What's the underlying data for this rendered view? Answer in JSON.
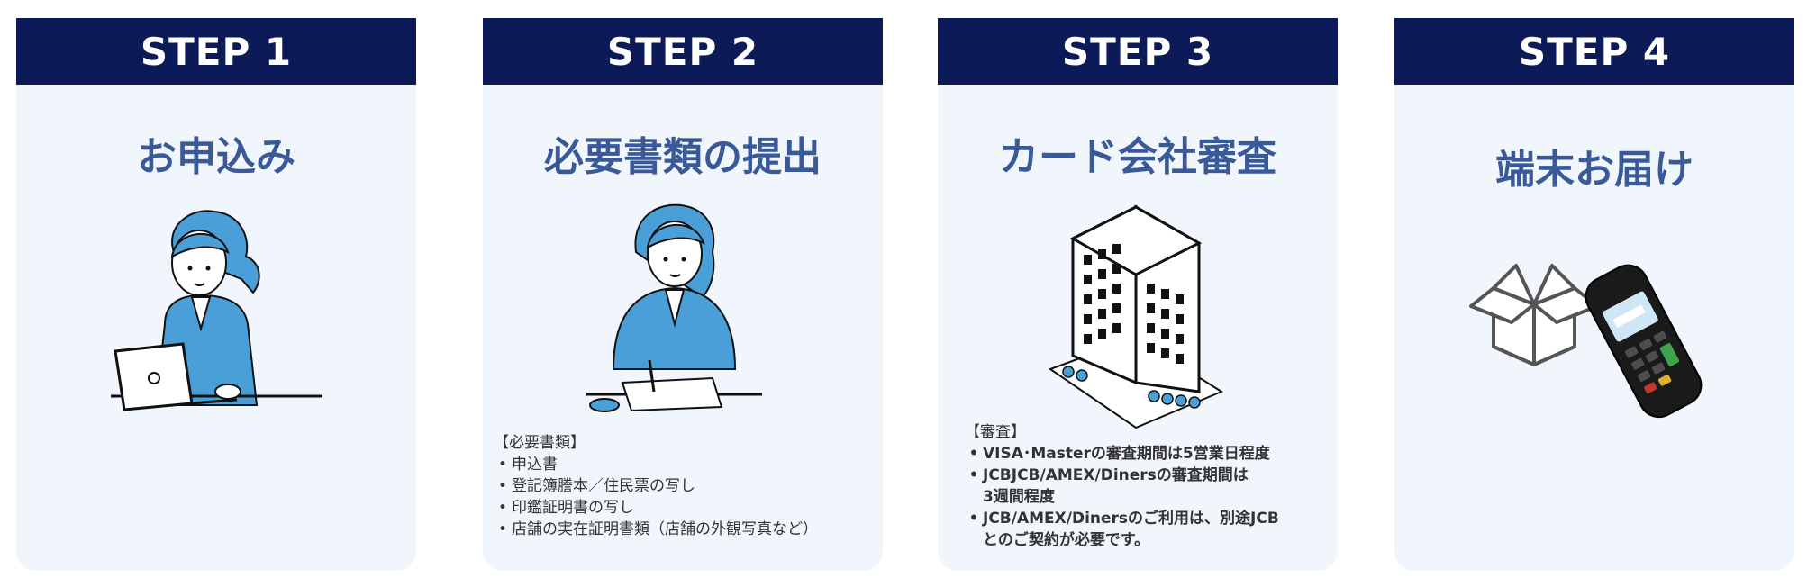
{
  "steps": [
    {
      "header": "STEP 1",
      "title": "お申込み"
    },
    {
      "header": "STEP 2",
      "title": "必要書類の提出",
      "notes_heading": "【必要書類】",
      "notes": [
        "申込書",
        "登記簿謄本／住民票の写し",
        "印鑑証明書の写し",
        "店舗の実在証明書類（店舗の外観写真など）"
      ]
    },
    {
      "header": "STEP 3",
      "title": "カード会社審査",
      "notes_heading": "【審査】",
      "notes": [
        "VISA･Masterの審査期間は5営業日程度",
        "JCBJCB/AMEX/Dinersの審査期間は",
        "3週間程度",
        "JCB/AMEX/Dinersのご利用は、別途JCB",
        "とのご契約が必要です。"
      ]
    },
    {
      "header": "STEP 4",
      "title": "端末お届け"
    }
  ],
  "colors": {
    "header_bg": "#0c1b57",
    "card_bg": "#f0f6fb",
    "title": "#3a5998",
    "illustration_blue": "#4a9fd8"
  },
  "icons": [
    "woman-laptop-illustration",
    "woman-writing-illustration",
    "office-building-illustration",
    "box-and-terminal-illustration"
  ]
}
